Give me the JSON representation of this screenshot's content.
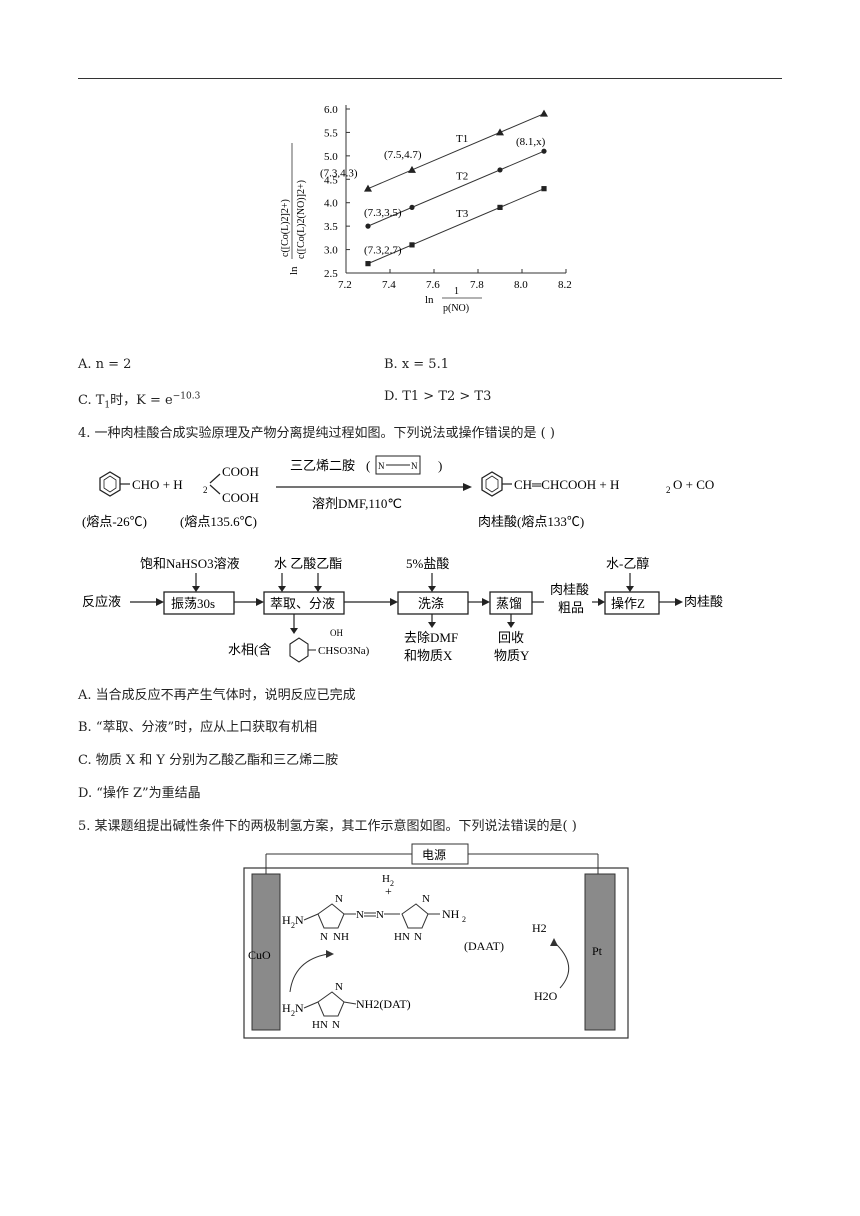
{
  "chart_data": {
    "type": "scatter",
    "ylabel_num": "c([Co(L)2]2+)",
    "ylabel_den": "c([Co(L)2(NO)]2+)",
    "ylabel_prefix": "ln",
    "xlabel_prefix": "ln",
    "xlabel_num": "1",
    "xlabel_den": "p(NO)",
    "xlim": [
      7.2,
      8.2
    ],
    "ylim": [
      2.5,
      6.0
    ],
    "xticks": [
      "7.2",
      "7.4",
      "7.6",
      "7.8",
      "8.0",
      "8.2"
    ],
    "yticks": [
      "2.5",
      "3.0",
      "3.5",
      "4.0",
      "4.5",
      "5.0",
      "5.5",
      "6.0"
    ],
    "series": [
      {
        "name": "T1",
        "marker": "triangle",
        "x": [
          7.3,
          7.5,
          7.9,
          8.1
        ],
        "y": [
          4.3,
          4.7,
          5.5,
          5.9
        ]
      },
      {
        "name": "T2",
        "marker": "circle",
        "x": [
          7.3,
          7.5,
          7.9,
          8.1
        ],
        "y": [
          3.5,
          3.9,
          4.7,
          5.1
        ]
      },
      {
        "name": "T3",
        "marker": "square",
        "x": [
          7.3,
          7.5,
          7.9,
          8.1
        ],
        "y": [
          2.7,
          3.1,
          3.9,
          4.3
        ]
      }
    ],
    "annotations": [
      "(7.3,4.3)",
      "(7.5,4.7)",
      "(8.1,x)",
      "(7.3,3.5)",
      "(7.3,2.7)"
    ]
  },
  "q3_options": {
    "A": "A. n = 2",
    "B": "B. x = 5.1",
    "C_pre": "C. T",
    "C_sub": "1",
    "C_mid": "时，K = e",
    "C_sup": "−10.3",
    "D_pre": "D. T",
    "D_rest": "1 > T2 > T3"
  },
  "q4": {
    "stem": "4. 一种肉桂酸合成实验原理及产物分离提纯过程如图。下列说法或操作错误的是 (    )",
    "reaction": {
      "reagent1": "CHO + H",
      "cooh_top": "COOH",
      "cooh_bottom": "COOH",
      "catalyst": "三乙烯二胺",
      "conditions": "溶剂DMF,110℃",
      "product": "CH═CHCOOH + H",
      "product_tail": "O + CO",
      "mp1": "(熔点-26℃)",
      "mp2": "(熔点135.6℃)",
      "mp3": "肉桂酸(熔点133℃)"
    },
    "flow": {
      "start": "反应液",
      "step1_reagent": "饱和NaHSO3溶液",
      "step1": "振荡30s",
      "step2_reagent": "水  乙酸乙酯",
      "step2": "萃取、分液",
      "step2_out": "水相(含",
      "step2_out_group": "CHSO3Na)",
      "step2_oh": "OH",
      "step3_reagent": "5%盐酸",
      "step3": "洗涤",
      "step3_out1": "去除DMF",
      "step3_out2": "和物质X",
      "step4": "蒸馏",
      "step4_out1": "回收",
      "step4_out2": "物质Y",
      "crude1": "肉桂酸",
      "crude2": "粗品",
      "step5_reagent": "水-乙醇",
      "step5": "操作Z",
      "end": "肉桂酸"
    },
    "options": {
      "A": "A. 当合成反应不再产生气体时，说明反应已完成",
      "B": "B. “萃取、分液”时，应从上口获取有机相",
      "C": "C. 物质 X 和 Y 分别为乙酸乙酯和三乙烯二胺",
      "D": "D. “操作 Z”为重结晶"
    }
  },
  "q5": {
    "stem": "5. 某课题组提出碱性条件下的两极制氢方案，其工作示意图如图。下列说法错误的是(    )",
    "power": "电源",
    "left_electrode": "CuO",
    "right_electrode": "Pt",
    "daat": "(DAAT)",
    "dat": "NH2(DAT)",
    "h2": "H2",
    "h2o": "H2O"
  }
}
